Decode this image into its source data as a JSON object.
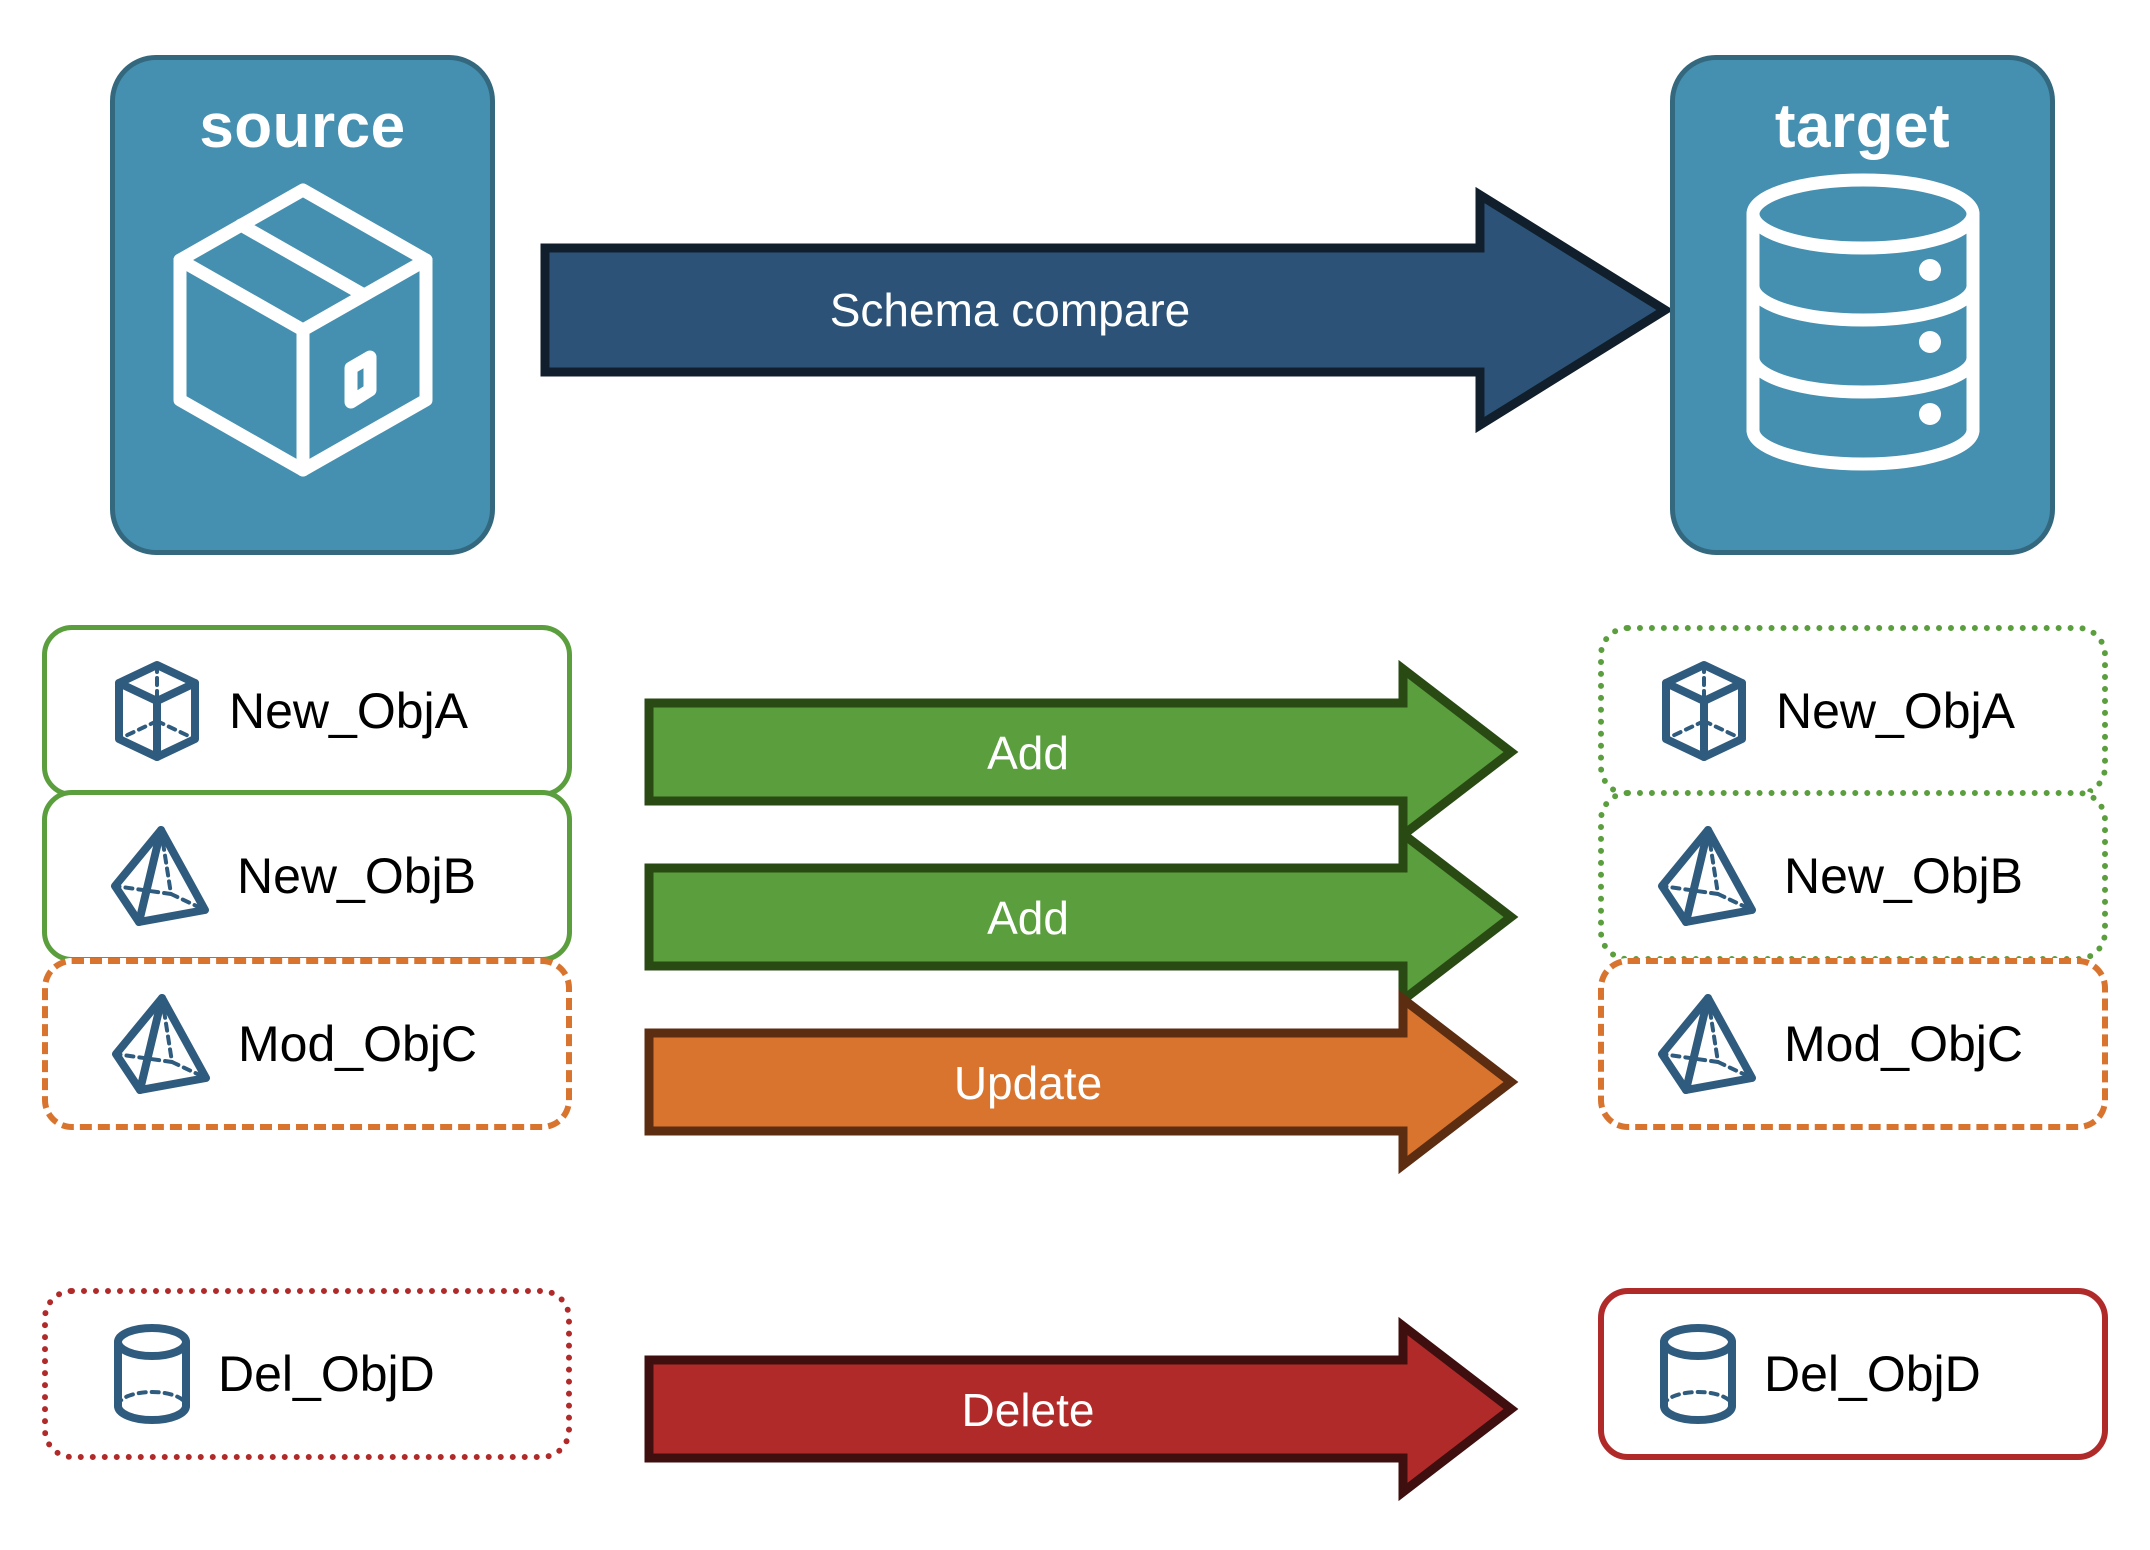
{
  "diagram": {
    "title": "Schema compare source to target",
    "background": "#ffffff"
  },
  "endpoints": {
    "source": {
      "label": "source",
      "icon": "package-box-icon",
      "fill": "#4590b0",
      "stroke": "#33687e"
    },
    "target": {
      "label": "target",
      "icon": "database-cylinder-icon",
      "fill": "#4590b0",
      "stroke": "#33687e"
    }
  },
  "main_arrow": {
    "label": "Schema compare",
    "fill": "#2c5377",
    "stroke": "#101f2b",
    "text_color": "#ffffff",
    "direction": "left-to-right"
  },
  "colors": {
    "green": "#5a9e3d",
    "green_dark": "#2a4a14",
    "orange": "#d9742f",
    "orange_dark": "#5c2d10",
    "red": "#b02a2a",
    "red_dark": "#3f0f0f",
    "navy": "#2c5377",
    "icon_blue": "#2f5c7e",
    "panel_blue": "#4590b0",
    "panel_border": "#33687e"
  },
  "rows": [
    {
      "action": "Add",
      "action_fill": "#5a9e3d",
      "action_stroke": "#2a4a14",
      "source": {
        "label": "New_ObjA",
        "icon": "wireframe-cube-icon",
        "border_style": "solid",
        "border_color": "#5a9e3d"
      },
      "target": {
        "label": "New_ObjA",
        "icon": "wireframe-cube-icon",
        "border_style": "dotted",
        "border_color": "#5a9e3d"
      }
    },
    {
      "action": "Add",
      "action_fill": "#5a9e3d",
      "action_stroke": "#2a4a14",
      "source": {
        "label": "New_ObjB",
        "icon": "wireframe-pyramid-icon",
        "border_style": "solid",
        "border_color": "#5a9e3d"
      },
      "target": {
        "label": "New_ObjB",
        "icon": "wireframe-pyramid-icon",
        "border_style": "dotted",
        "border_color": "#5a9e3d"
      }
    },
    {
      "action": "Update",
      "action_fill": "#d9742f",
      "action_stroke": "#5c2d10",
      "source": {
        "label": "Mod_ObjC",
        "icon": "wireframe-pyramid-icon",
        "border_style": "dashed",
        "border_color": "#d9742f"
      },
      "target": {
        "label": "Mod_ObjC",
        "icon": "wireframe-pyramid-icon",
        "border_style": "dashed",
        "border_color": "#d9742f"
      }
    },
    {
      "action": "Delete",
      "action_fill": "#b02a2a",
      "action_stroke": "#3f0f0f",
      "source": {
        "label": "Del_ObjD",
        "icon": "wireframe-cylinder-icon",
        "border_style": "dotted",
        "border_color": "#b02a2a"
      },
      "target": {
        "label": "Del_ObjD",
        "icon": "wireframe-cylinder-icon",
        "border_style": "solid",
        "border_color": "#b02a2a"
      }
    }
  ]
}
